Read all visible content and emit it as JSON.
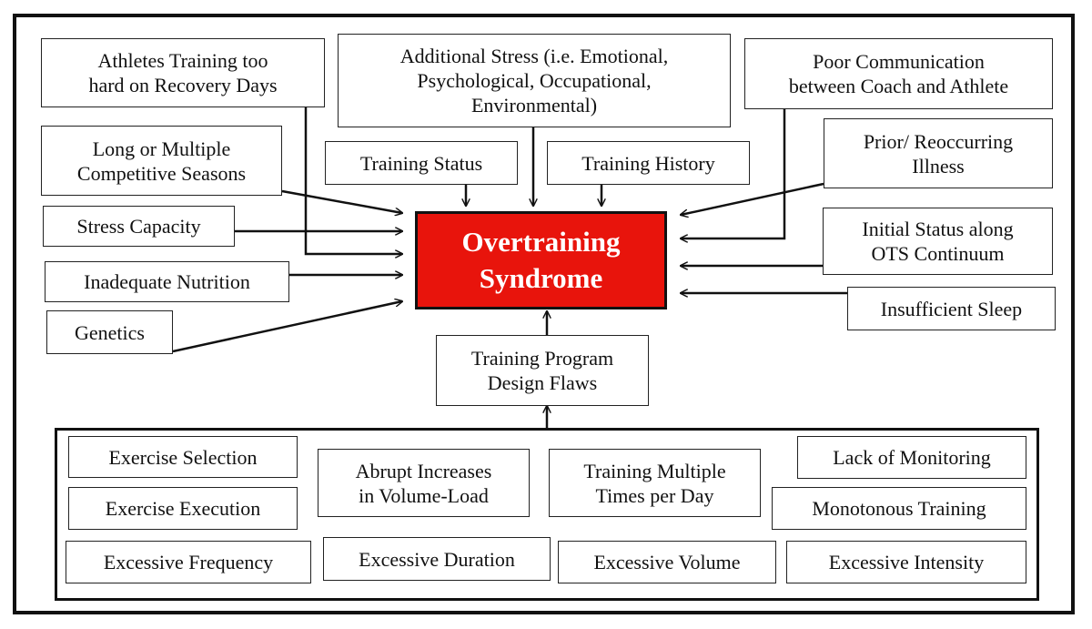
{
  "diagram": {
    "center_label": "Overtraining\nSyndrome",
    "center_color": "#e8140c",
    "factors": {
      "athletes_training": "Athletes Training too\nhard on Recovery Days",
      "additional_stress": "Additional Stress (i.e. Emotional,\nPsychological, Occupational,\nEnvironmental)",
      "poor_communication": "Poor Communication\nbetween Coach and Athlete",
      "long_seasons": "Long or Multiple\nCompetitive Seasons",
      "training_status": "Training Status",
      "training_history": "Training History",
      "prior_illness": "Prior/ Reoccurring\nIllness",
      "stress_capacity": "Stress Capacity",
      "initial_status": "Initial Status along\nOTS Continuum",
      "inadequate_nutrition": "Inadequate Nutrition",
      "insufficient_sleep": "Insufficient Sleep",
      "genetics": "Genetics"
    },
    "program_flaws": {
      "title": "Training Program\nDesign Flaws",
      "items": {
        "exercise_selection": "Exercise Selection",
        "abrupt_increases": "Abrupt Increases\nin Volume-Load",
        "training_multiple": "Training Multiple\nTimes per Day",
        "lack_monitoring": "Lack of Monitoring",
        "exercise_execution": "Exercise Execution",
        "monotonous_training": "Monotonous Training",
        "excessive_frequency": "Excessive Frequency",
        "excessive_duration": "Excessive Duration",
        "excessive_volume": "Excessive Volume",
        "excessive_intensity": "Excessive Intensity"
      }
    }
  }
}
